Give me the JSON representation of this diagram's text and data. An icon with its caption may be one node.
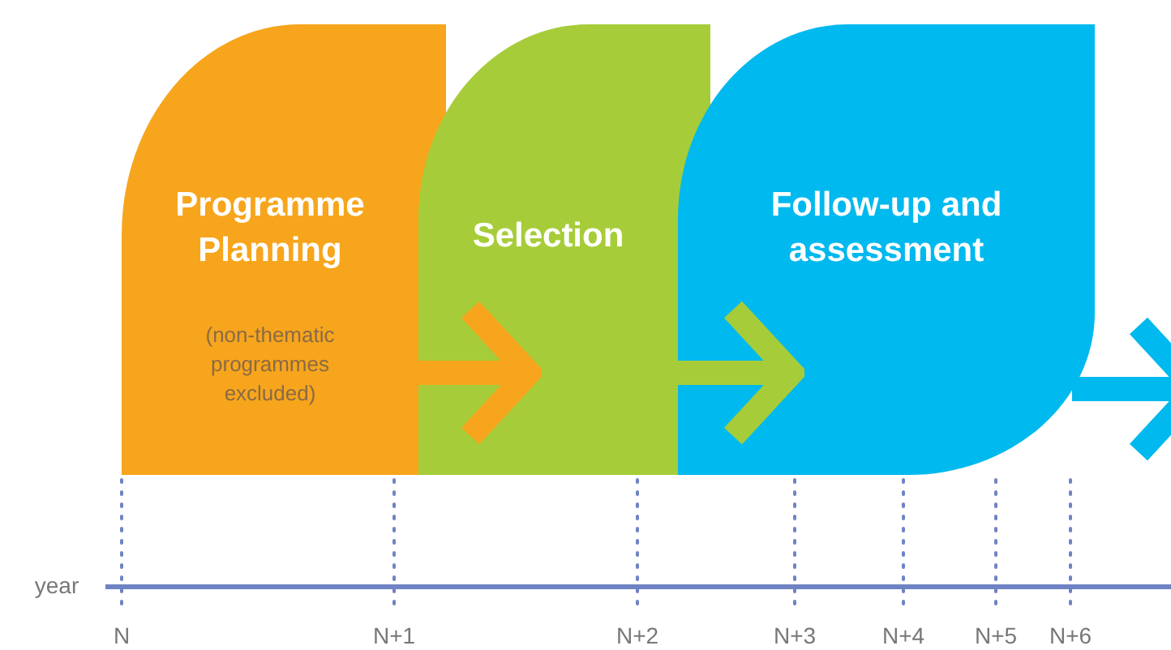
{
  "diagram": {
    "nodes": [
      {
        "text": [
          "Programme Planning",
          "(non-thematic programmes excluded)"
        ]
      },
      {
        "text": [
          "Selection"
        ]
      },
      {
        "text": [
          "Follow-up and assessment"
        ]
      }
    ],
    "edges": [
      {
        "from": 0,
        "to": 1,
        "arrow": "to",
        "color": "#f7a51c"
      },
      {
        "from": 1,
        "to": 2,
        "arrow": "to",
        "color": "#a6cd39"
      },
      {
        "from": 2,
        "to": null,
        "arrow": "to",
        "color": "#00b9ee"
      }
    ],
    "labels": [
      "year",
      "N",
      "N+1",
      "N+2",
      "N+3",
      "N+4",
      "N+5",
      "N+6"
    ]
  }
}
